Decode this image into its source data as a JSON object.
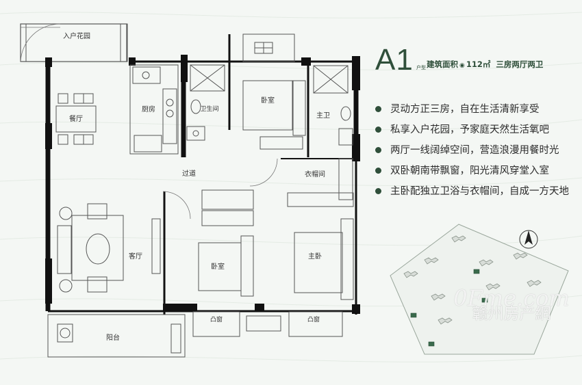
{
  "unit": {
    "type_code": "A1",
    "type_suffix": "户型",
    "area_label": "建筑面积",
    "area_value": "112㎡",
    "layout": "三房两厅两卫"
  },
  "features": [
    "灵动方正三房，自在生活清新享受",
    "私享入户花园，予家庭天然生活氧吧",
    "两厅一线阔绰空间，营造浪漫用餐时光",
    "双卧朝南带飘窗，阳光清风穿堂入室",
    "主卧配独立卫浴与衣帽间，自成一方天地"
  ],
  "rooms": {
    "entry_garden": "入户花园",
    "dining": "餐厅",
    "kitchen": "厨房",
    "bathroom": "卫生间",
    "bedroom_north": "卧室",
    "master_bath": "主卫",
    "corridor": "过道",
    "walk_in_closet": "衣帽间",
    "living": "客厅",
    "bedroom_south": "卧室",
    "master_bedroom": "主卧",
    "bay_window_left": "凸窗",
    "bay_window_right": "凸窗",
    "balcony": "阳台"
  },
  "watermark": {
    "script": "0Fme.com",
    "text": "赣州房产網"
  },
  "colors": {
    "accent": "#2f4f3a",
    "wall": "#111111",
    "line": "#555555",
    "background": "#f4f7f4",
    "site_highlight": "#3a6b4c"
  },
  "icons": {
    "bullet": "filled-circle",
    "compass": "north-arrow"
  }
}
